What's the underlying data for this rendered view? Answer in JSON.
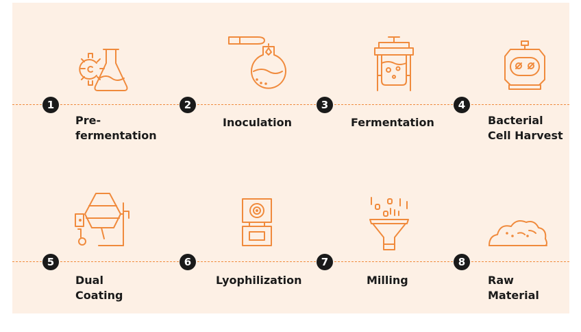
{
  "steps": [
    {
      "number": "1",
      "label": "Pre-\nfermentation",
      "icon": "flask-gear-icon"
    },
    {
      "number": "2",
      "label": "Inoculation",
      "icon": "test-tube-flask-icon"
    },
    {
      "number": "3",
      "label": "Fermentation",
      "icon": "fermenter-tank-icon"
    },
    {
      "number": "4",
      "label": "Bacterial\nCell Harvest",
      "icon": "centrifuge-icon"
    },
    {
      "number": "5",
      "label": "Dual\nCoating",
      "icon": "coating-mixer-icon"
    },
    {
      "number": "6",
      "label": "Lyophilization",
      "icon": "freeze-dryer-icon"
    },
    {
      "number": "7",
      "label": "Milling",
      "icon": "funnel-mill-icon"
    },
    {
      "number": "8",
      "label": "Raw\nMaterial",
      "icon": "powder-pile-icon"
    }
  ],
  "colors": {
    "accent": "#f08a3c",
    "background": "#fdf0e5",
    "text": "#1a1a1a"
  }
}
